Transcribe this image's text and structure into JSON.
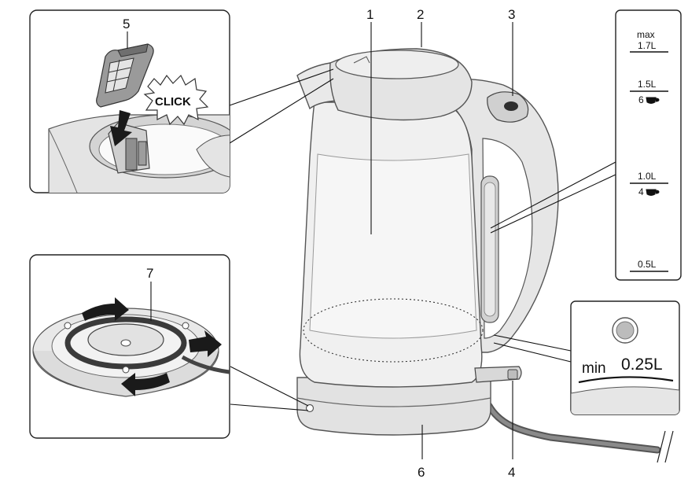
{
  "colors": {
    "body_fill": "#e6e6e6",
    "body_stroke": "#555555",
    "glass_fill": "#f1f1f1",
    "dark_accent": "#2b2b2b",
    "arrow_fill": "#1a1a1a",
    "panel_border": "#222222"
  },
  "callouts": {
    "n1": "1",
    "n2": "2",
    "n3": "3",
    "n4": "4",
    "n5": "5",
    "n6": "6",
    "n7": "7"
  },
  "filter_inset": {
    "click_label": "CLICK"
  },
  "scale": {
    "max_word": "max",
    "max_volume": "1.7L",
    "l15_volume": "1.5L",
    "l15_cups": "6",
    "l10_volume": "1.0L",
    "l10_cups": "4",
    "l05_volume": "0.5L"
  },
  "min_inset": {
    "min_word": "min",
    "min_volume": "0.25L"
  },
  "icons": [
    "cup-icon",
    "arrow-icon",
    "power-button-icon",
    "indicator-lamp-icon"
  ]
}
